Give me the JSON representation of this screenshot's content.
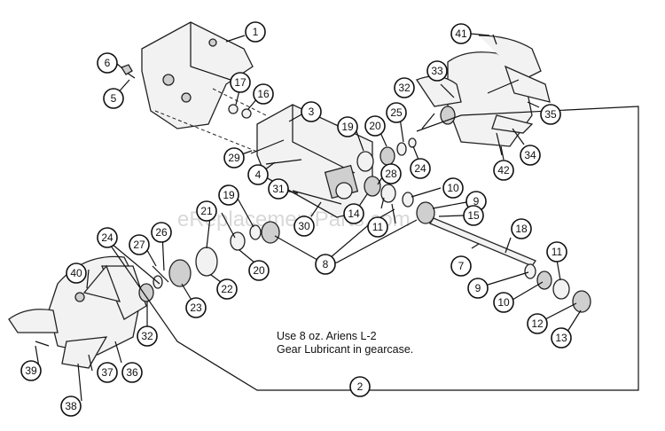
{
  "note": {
    "line1": "Use 8 oz. Ariens L-2",
    "line2": "Gear Lubricant in gearcase."
  },
  "watermark": "eReplacementParts.com",
  "callouts": [
    "1",
    "2",
    "3",
    "4",
    "5",
    "6",
    "7",
    "8",
    "9",
    "9",
    "10",
    "10",
    "11",
    "11",
    "12",
    "13",
    "14",
    "15",
    "16",
    "17",
    "18",
    "19",
    "19",
    "20",
    "20",
    "21",
    "22",
    "23",
    "24",
    "24",
    "25",
    "26",
    "27",
    "28",
    "29",
    "30",
    "31",
    "32",
    "32",
    "33",
    "34",
    "35",
    "36",
    "37",
    "38",
    "39",
    "40",
    "41",
    "42"
  ]
}
